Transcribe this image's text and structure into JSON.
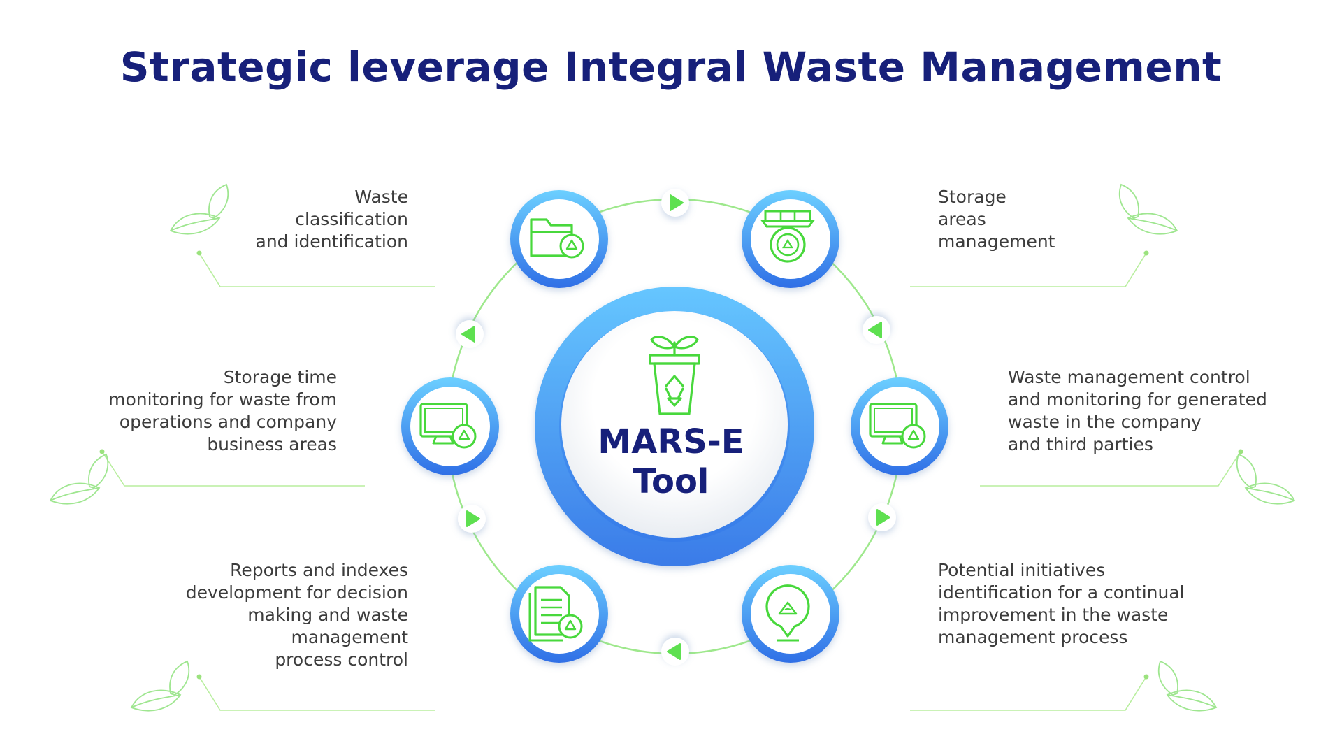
{
  "title": "Strategic leverage Integral Waste Management",
  "center": {
    "line1": "MARS-E",
    "line2": "Tool"
  },
  "colors": {
    "title": "#17207a",
    "accent_green": "#5ee050",
    "ring_blue": "#3d8cf0",
    "ring_light": "#66c6ff",
    "text": "#3c3c3c"
  },
  "items": [
    {
      "id": "classification",
      "icon": "folder-recycle-icon",
      "lines": [
        "Waste",
        "classification",
        "and identification"
      ]
    },
    {
      "id": "storage-areas",
      "icon": "storage-bin-recycle-icon",
      "lines": [
        "Storage",
        "areas",
        "management"
      ]
    },
    {
      "id": "control-monitoring",
      "icon": "monitor-recycle-icon",
      "lines": [
        "Waste management control",
        "and monitoring for generated",
        "waste in the company",
        "and third parties"
      ]
    },
    {
      "id": "initiatives",
      "icon": "location-recycle-icon",
      "lines": [
        "Potential initiatives",
        "identification for a continual",
        "improvement in the waste",
        "management process"
      ]
    },
    {
      "id": "reports",
      "icon": "document-recycle-icon",
      "lines": [
        "Reports and indexes",
        "development for decision",
        "making and waste",
        "management",
        "process control"
      ]
    },
    {
      "id": "storage-time",
      "icon": "monitor-recycle-icon",
      "lines": [
        "Storage time",
        "monitoring for waste from",
        "operations and company",
        "business areas"
      ]
    }
  ]
}
